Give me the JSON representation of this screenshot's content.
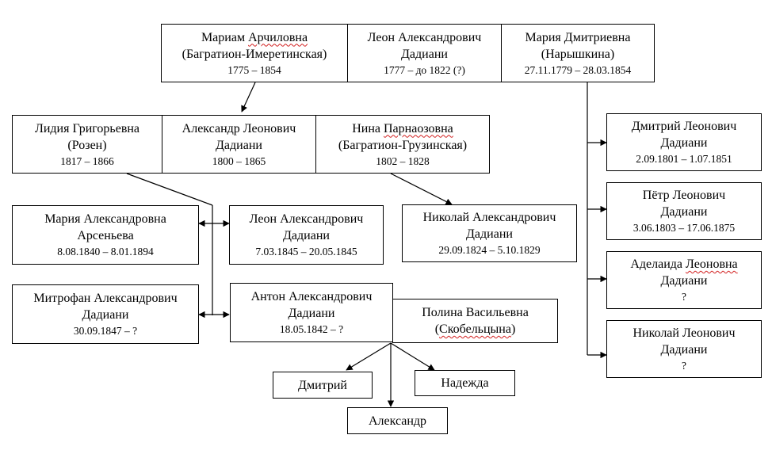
{
  "people": {
    "mariam": {
      "line1_a": "Мариам ",
      "line1_b": "Арчиловна",
      "line2": "(Багратион-Имеретинская)",
      "dates": "1775 – 1854"
    },
    "leon_sr": {
      "line1": "Леон Александрович",
      "line2": "Дадиани",
      "dates": "1777 – до 1822 (?)"
    },
    "maria_d": {
      "line1": "Мария Дмитриевна",
      "line2": "(Нарышкина)",
      "dates": "27.11.1779 – 28.03.1854"
    },
    "lidia": {
      "line1": "Лидия Григорьевна",
      "line2": "(Розен)",
      "dates": "1817 – 1866"
    },
    "alexander": {
      "line1": "Александр Леонович",
      "line2": "Дадиани",
      "dates": "1800 – 1865"
    },
    "nina": {
      "line1_a": "Нина ",
      "line1_b": "Парнаозовна",
      "line2": "(Багратион-Грузинская)",
      "dates": "1802 – 1828"
    },
    "dmitry_l": {
      "line1": "Дмитрий Леонович",
      "line2": "Дадиани",
      "dates": "2.09.1801 – 1.07.1851"
    },
    "petr_l": {
      "line1": "Пётр Леонович",
      "line2": "Дадиани",
      "dates": "3.06.1803 – 17.06.1875"
    },
    "adelaida": {
      "line1_a": "Аделаида ",
      "line1_b": "Леоновна",
      "line2": "Дадиани",
      "dates": "?"
    },
    "nikolay_l": {
      "line1": "Николай Леонович",
      "line2": "Дадиани",
      "dates": "?"
    },
    "maria_a": {
      "line1": "Мария Александровна",
      "line2": "Арсеньева",
      "dates": "8.08.1840 – 8.01.1894"
    },
    "leon_a": {
      "line1": "Леон Александрович",
      "line2": "Дадиани",
      "dates": "7.03.1845 – 20.05.1845"
    },
    "nikolay_a": {
      "line1": "Николай Александрович",
      "line2": "Дадиани",
      "dates": "29.09.1824 – 5.10.1829"
    },
    "mitrofan": {
      "line1": "Митрофан Александрович",
      "line2": "Дадиани",
      "dates": "30.09.1847 – ?"
    },
    "anton": {
      "line1": "Антон Александрович",
      "line2": "Дадиани",
      "dates": "18.05.1842 – ?"
    },
    "polina": {
      "line1": "Полина Васильевна",
      "line2_a": "(",
      "line2_b": "Скобельцына",
      "line2_c": ")"
    },
    "dmitry_c": {
      "name": "Дмитрий"
    },
    "nadezhda": {
      "name": "Надежда"
    },
    "alexander_c": {
      "name": "Александр"
    }
  }
}
